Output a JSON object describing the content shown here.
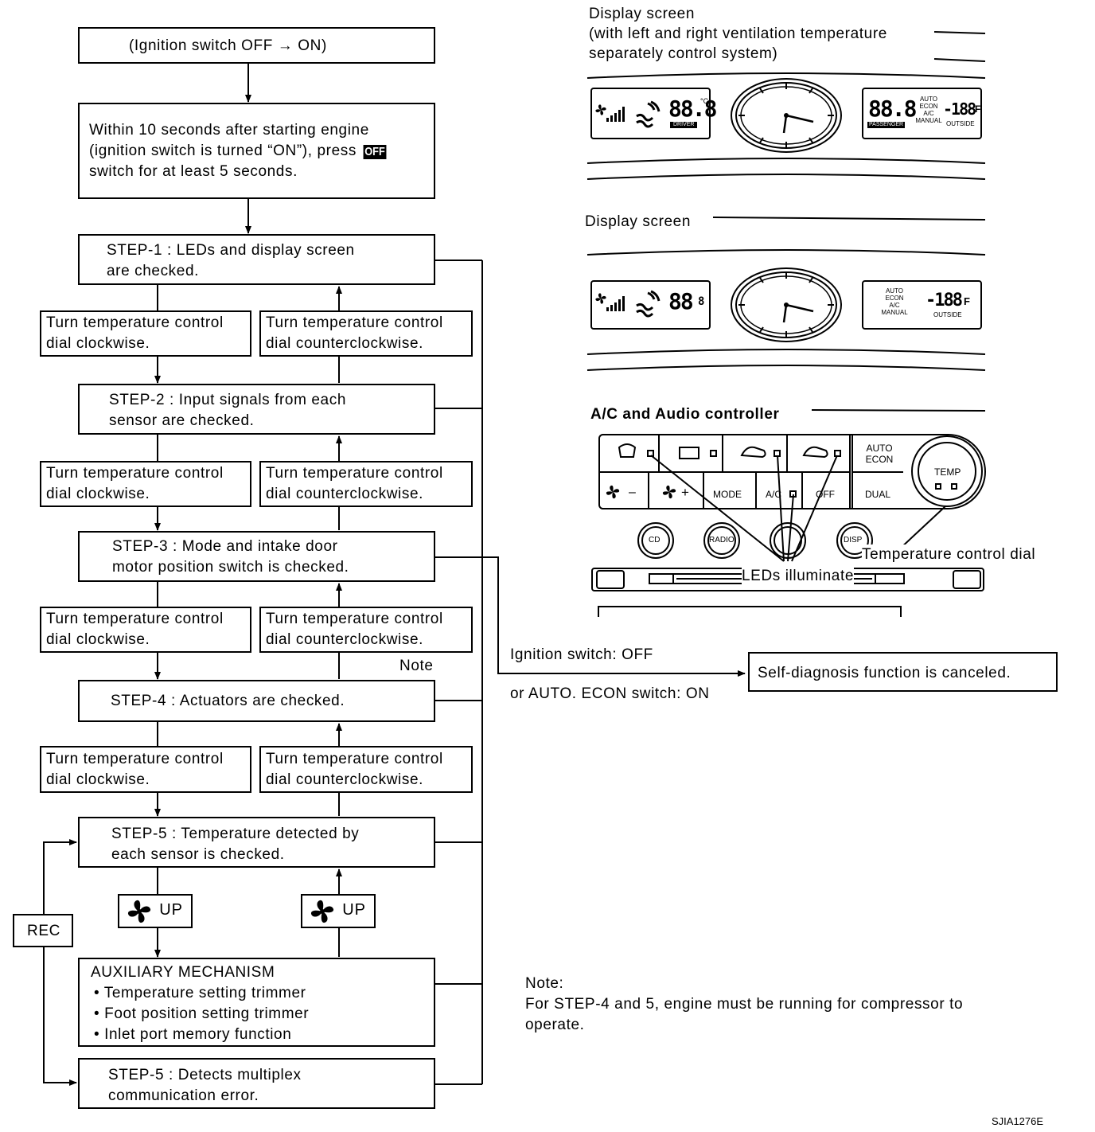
{
  "flowchart": {
    "start": "(Ignition switch OFF →  ON)",
    "instruction": {
      "line1": "Within 10 seconds after starting engine",
      "line2_pre": "(ignition switch is turned “ON”), press",
      "off_badge": "OFF",
      "line3": "switch for at least 5 seconds."
    },
    "steps": [
      {
        "line1": "STEP-1 : LEDs and display  screen",
        "line2": "are checked."
      },
      {
        "line1": "STEP-2 : Input signals from each",
        "line2": "sensor are checked."
      },
      {
        "line1": "STEP-3 : Mode and intake door",
        "line2": "motor position switch is checked."
      },
      {
        "line1": "STEP-4 : Actuators are checked.",
        "line2": ""
      },
      {
        "line1": "STEP-5 : Temperature detected by",
        "line2": "each sensor is checked."
      }
    ],
    "cw": {
      "line1": "Turn temperature control",
      "line2": "dial clockwise."
    },
    "ccw": {
      "line1": "Turn temperature control",
      "line2": "dial counterclockwise."
    },
    "note_label": "Note",
    "fan_up": "UP",
    "rec": "REC",
    "aux": {
      "title": "AUXILIARY MECHANISM",
      "items": [
        "• Temperature setting trimmer",
        "• Foot position setting trimmer",
        "• Inlet port memory function"
      ]
    },
    "final_step": {
      "line1": "STEP-5 : Detects multiplex",
      "line2": "communication error."
    }
  },
  "cancel": {
    "condition1": "Ignition switch: OFF",
    "condition2": "or AUTO. ECON switch: ON",
    "result": "Self-diagnosis function is canceled."
  },
  "display1": {
    "title1": "Display screen",
    "title2": "(with left and right ventilation temperature",
    "title3": "separately control system)",
    "driver_digits": "88.8",
    "driver_unit": "°C",
    "driver_tag": "DRIVER",
    "passenger_digits": "88.8",
    "passenger_tag": "PASSENGER",
    "mode_labels": [
      "AUTO",
      "ECON",
      "A/C",
      "MANUAL"
    ],
    "outside_digits": "-188",
    "outside_unit": "F",
    "outside_tag": "OUTSIDE"
  },
  "display2": {
    "title": "Display screen",
    "digits": "88",
    "digit_small": "8",
    "mode_labels": [
      "AUTO",
      "ECON",
      "A/C",
      "MANUAL"
    ],
    "outside_digits": "-188",
    "outside_unit": "F",
    "outside_tag": "OUTSIDE"
  },
  "controller": {
    "title": "A/C and Audio controller",
    "buttons": {
      "auto_econ1": "AUTO",
      "auto_econ2": "ECON",
      "fan_minus": "–",
      "fan_plus": "+",
      "mode": "MODE",
      "ac": "A/C",
      "off": "OFF",
      "dual": "DUAL",
      "temp": "TEMP",
      "cd": "CD",
      "radio": "RADIO",
      "disp": "DISP"
    },
    "dial_label": "Temperature control dial",
    "leds_label": "LEDs illuminate"
  },
  "note": {
    "title": "Note:",
    "line1": "For STEP-4 and 5, engine must be running for compressor to",
    "line2": "operate."
  },
  "figure_id": "SJIA1276E"
}
